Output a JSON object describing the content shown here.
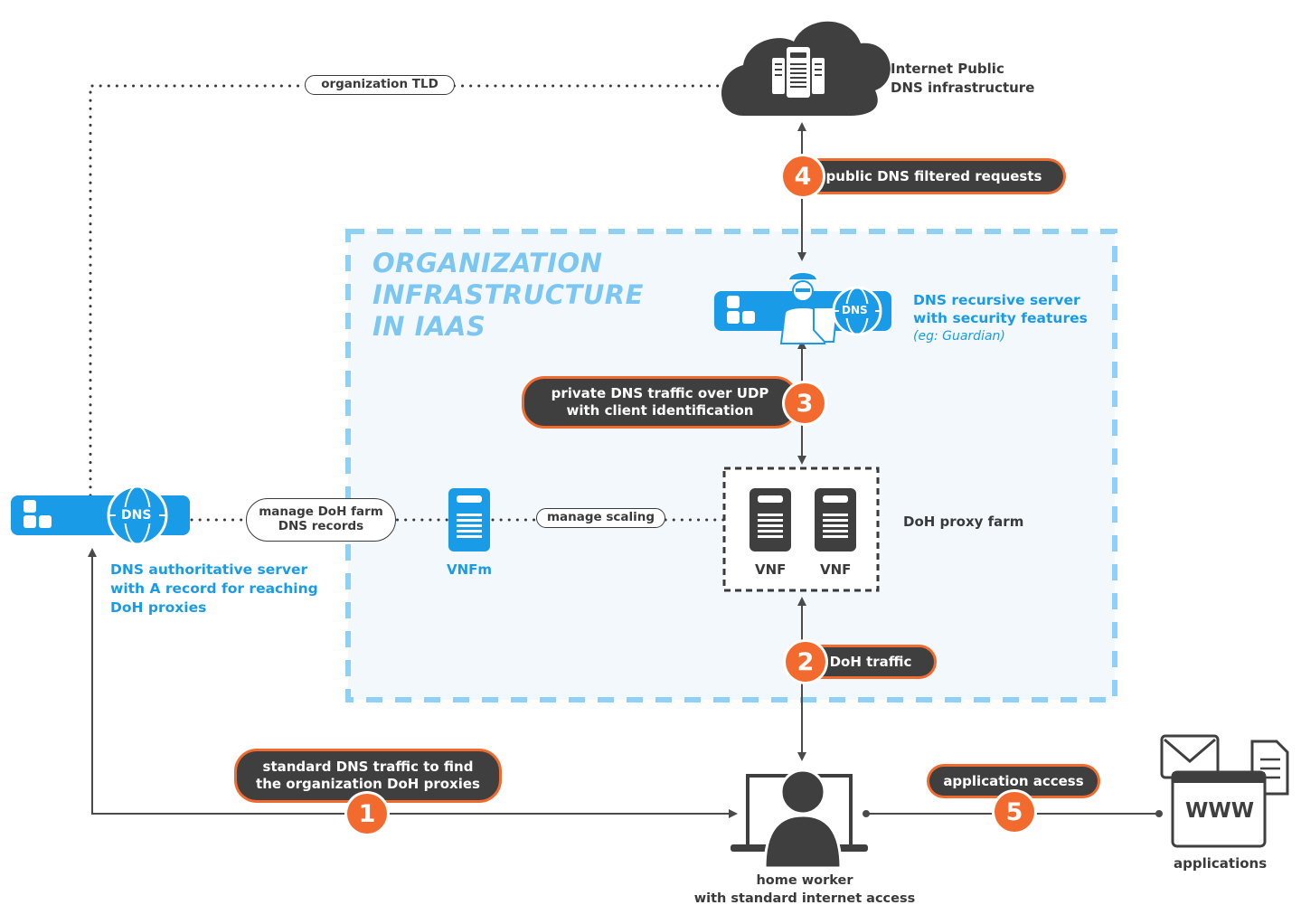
{
  "infrastructure": {
    "title_lines": [
      "ORGANIZATION",
      "INFRASTRUCTURE",
      "IN IAAS"
    ]
  },
  "nodes": {
    "public_dns": {
      "line1": "Internet Public",
      "line2": "DNS infrastructure"
    },
    "recursive": {
      "line1": "DNS recursive server",
      "line2": "with security features",
      "line3": "(eg: Guardian)",
      "icon_text": "DNS"
    },
    "authoritative": {
      "line1": "DNS authoritative server",
      "line2": "with A record for reaching",
      "line3": "DoH proxies",
      "icon_text": "DNS"
    },
    "vnfm": {
      "label": "VNFm"
    },
    "doh_farm": {
      "label": "DoH proxy farm",
      "vnf1": "VNF",
      "vnf2": "VNF"
    },
    "home_worker": {
      "line1": "home worker",
      "line2": "with standard internet access"
    },
    "applications": {
      "label": "applications",
      "www": "WWW"
    }
  },
  "connections": {
    "org_tld": "organization TLD",
    "manage_doh_line1": "manage DoH farm",
    "manage_doh_line2": "DNS records",
    "manage_scaling": "manage scaling"
  },
  "steps": [
    {
      "number": "1",
      "line1": "standard DNS traffic to find",
      "line2": "the organization DoH proxies"
    },
    {
      "number": "2",
      "line1": "DoH traffic"
    },
    {
      "number": "3",
      "line1": "private DNS traffic over UDP",
      "line2": "with client identification"
    },
    {
      "number": "4",
      "line1": "public DNS filtered requests"
    },
    {
      "number": "5",
      "line1": "application access"
    }
  ],
  "colors": {
    "accent": "#f26a2e",
    "blue": "#1a9be8",
    "dark": "#3f3f3f",
    "iaas_bg": "#f3f8fc"
  }
}
